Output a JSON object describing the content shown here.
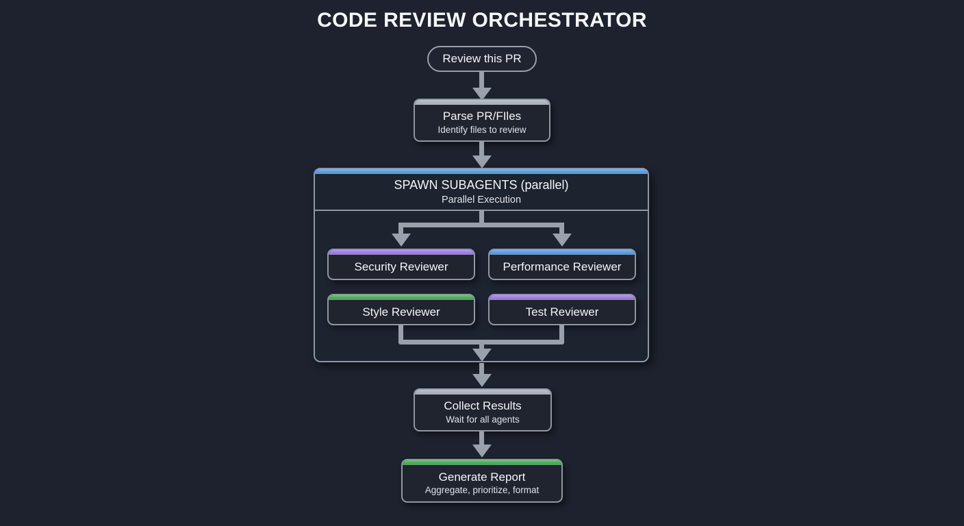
{
  "title": "CODE REVIEW ORCHESTRATOR",
  "colors": {
    "background": "#1d222e",
    "node_fill": "#1f242f",
    "node_border": "#8f97a3",
    "connector": "#9aa1ab",
    "accent_blue": "#579be1",
    "accent_purple": "#9b7ae3",
    "accent_green": "#4aab51",
    "accent_gray": "#aab1bb",
    "text": "#f3f5f8",
    "subtext": "#dfe3e9"
  },
  "nodes": {
    "start": {
      "label": "Review this PR"
    },
    "parse": {
      "label": "Parse PR/FIles",
      "sublabel": "Identify files to review"
    },
    "spawn": {
      "label": "SPAWN SUBAGENTS (parallel)",
      "sublabel": "Parallel Execution"
    },
    "reviewers": [
      {
        "label": "Security Reviewer",
        "accent": "#9b7ae3"
      },
      {
        "label": "Performance Reviewer",
        "accent": "#579be1"
      },
      {
        "label": "Style Reviewer",
        "accent": "#4aab51"
      },
      {
        "label": "Test Reviewer",
        "accent": "#9b7ae3"
      }
    ],
    "collect": {
      "label": "Collect Results",
      "sublabel": "Wait for all agents"
    },
    "report": {
      "label": "Generate Report",
      "sublabel": "Aggregate, prioritize, format"
    }
  }
}
